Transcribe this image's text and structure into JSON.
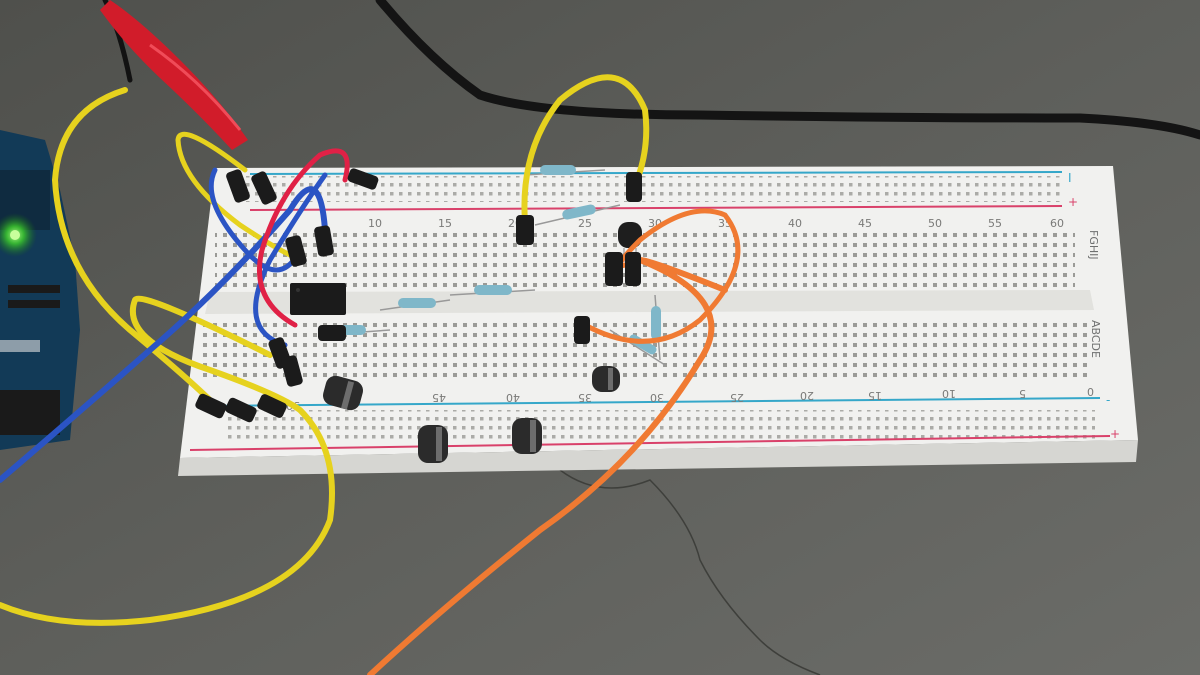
{
  "scene": {
    "description_colors": {
      "floor": "#5b5c58",
      "board": "#efefed",
      "red_rail": "#d9416a",
      "blue_rail": "#35a7c9",
      "wire_yellow": "#e6d21e",
      "wire_blue": "#2b54c4",
      "wire_red": "#e02146",
      "wire_orange": "#f07a32",
      "wire_black": "#151515"
    }
  },
  "breadboard": {
    "upper_numbers": [
      "10",
      "15",
      "20",
      "25",
      "30",
      "35",
      "40",
      "45",
      "50",
      "55",
      "60"
    ],
    "lower_numbers": [
      "45",
      "40",
      "35",
      "30",
      "25",
      "20",
      "15",
      "10",
      "5",
      "0"
    ],
    "upper_row_letters": "FGHIJ",
    "lower_row_letters": "ABCDE",
    "lower_left_number": "50",
    "rail_plus": "+",
    "rail_minus": "-"
  }
}
